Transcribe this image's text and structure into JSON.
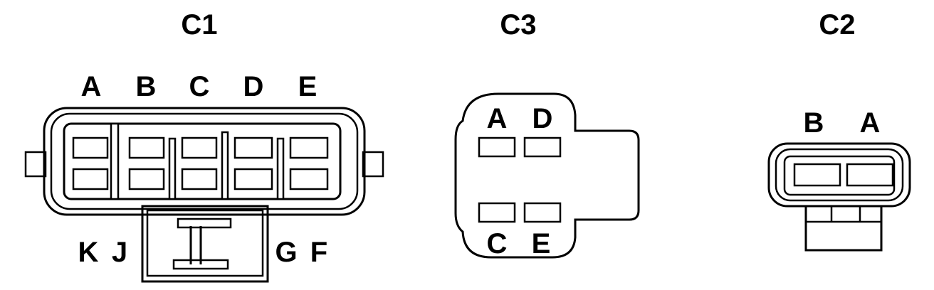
{
  "connectors": [
    {
      "id": "c1",
      "title": "C1",
      "pins_top": [
        "A",
        "B",
        "C",
        "D",
        "E"
      ],
      "pins_bottom": [
        "K",
        "J",
        "G",
        "F"
      ]
    },
    {
      "id": "c3",
      "title": "C3",
      "pins_top": [
        "A",
        "D"
      ],
      "pins_bottom": [
        "C",
        "E"
      ]
    },
    {
      "id": "c2",
      "title": "C2",
      "pins_top": [
        "B",
        "A"
      ]
    }
  ]
}
